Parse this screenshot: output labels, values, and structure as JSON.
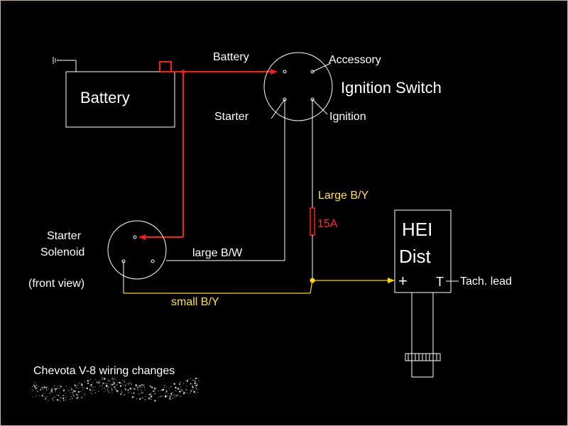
{
  "labels": {
    "battery_box": "Battery",
    "battery_terminal": "Battery",
    "accessory": "Accessory",
    "ignition_switch": "Ignition Switch",
    "starter_terminal": "Starter",
    "ignition_terminal": "Ignition",
    "large_by": "Large B/Y",
    "fuse": "15A",
    "starter_solenoid_line1": "Starter",
    "starter_solenoid_line2": "Solenoid",
    "front_view": "(front view)",
    "large_bw": "large B/W",
    "small_by": "small B/Y",
    "hei_line1": "HEI",
    "hei_line2": "Dist",
    "plus": "+",
    "t": "T",
    "tach_lead": "Tach. lead",
    "footer_title": "Chevota V-8 wiring changes"
  },
  "colors": {
    "background": "#000000",
    "line_white": "#ffffff",
    "wire_red": "#ff1a1a",
    "wire_yellow": "#ffd700",
    "text_yellow": "#ffe14a",
    "text_red": "#ff2a2a",
    "frame": "#c8b0a0"
  }
}
